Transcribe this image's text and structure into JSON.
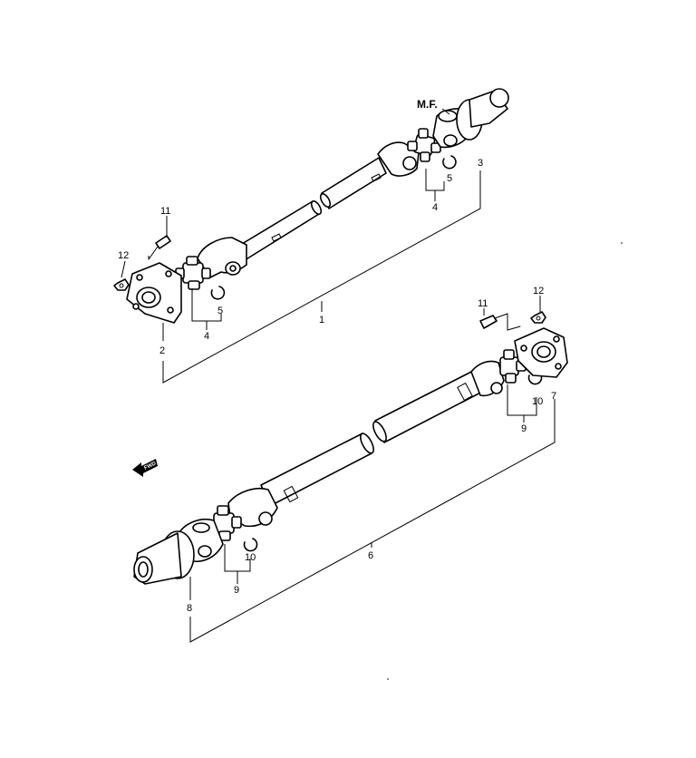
{
  "markers": {
    "mf": "M.F.",
    "fwd": "FWD"
  },
  "labels": {
    "l1": "1",
    "l2": "2",
    "l3": "3",
    "l4a": "4",
    "l4b": "4",
    "l5a": "5",
    "l5b": "5",
    "l6": "6",
    "l7": "7",
    "l8": "8",
    "l9a": "9",
    "l9b": "9",
    "l10a": "10",
    "l10b": "10",
    "l11a": "11",
    "l11b": "11",
    "l12a": "12",
    "l12b": "12"
  }
}
